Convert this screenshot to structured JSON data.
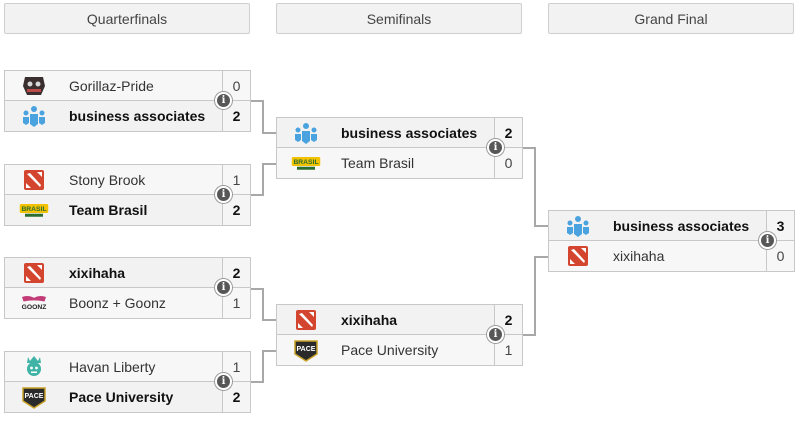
{
  "rounds": [
    {
      "label": "Quarterfinals"
    },
    {
      "label": "Semifinals"
    },
    {
      "label": "Grand Final"
    }
  ],
  "info_glyph": "i",
  "matches": {
    "qf1": {
      "top": {
        "name": "Gorillaz-Pride",
        "score": "0",
        "icon": "gorillaz-pride-logo"
      },
      "bottom": {
        "name": "business associates",
        "score": "2",
        "icon": "business-associates-logo"
      }
    },
    "qf2": {
      "top": {
        "name": "Stony Brook",
        "score": "1",
        "icon": "dota-logo"
      },
      "bottom": {
        "name": "Team Brasil",
        "score": "2",
        "icon": "team-brasil-logo"
      }
    },
    "qf3": {
      "top": {
        "name": "xixihaha",
        "score": "2",
        "icon": "dota-logo"
      },
      "bottom": {
        "name": "Boonz + Goonz",
        "score": "1",
        "icon": "boonz-goonz-logo"
      }
    },
    "qf4": {
      "top": {
        "name": "Havan Liberty",
        "score": "1",
        "icon": "havan-liberty-logo"
      },
      "bottom": {
        "name": "Pace University",
        "score": "2",
        "icon": "pace-university-logo"
      }
    },
    "sf1": {
      "top": {
        "name": "business associates",
        "score": "2",
        "icon": "business-associates-logo"
      },
      "bottom": {
        "name": "Team Brasil",
        "score": "0",
        "icon": "team-brasil-logo"
      }
    },
    "sf2": {
      "top": {
        "name": "xixihaha",
        "score": "2",
        "icon": "dota-logo"
      },
      "bottom": {
        "name": "Pace University",
        "score": "1",
        "icon": "pace-university-logo"
      }
    },
    "gf": {
      "top": {
        "name": "business associates",
        "score": "3",
        "icon": "business-associates-logo"
      },
      "bottom": {
        "name": "xixihaha",
        "score": "0",
        "icon": "dota-logo"
      }
    }
  },
  "logo_text": {
    "team_brasil": "BRASIL",
    "pace": "PACE",
    "boonz_goonz": "GOONZ"
  },
  "colors": {
    "dota_red": "#d3452f",
    "business_blue": "#4aa3df",
    "brasil_yellow": "#f2c200",
    "brasil_green": "#2c6e2f",
    "liberty_teal": "#3fb3a6",
    "connector": "#a8a8a8",
    "info_button": "#575757"
  }
}
